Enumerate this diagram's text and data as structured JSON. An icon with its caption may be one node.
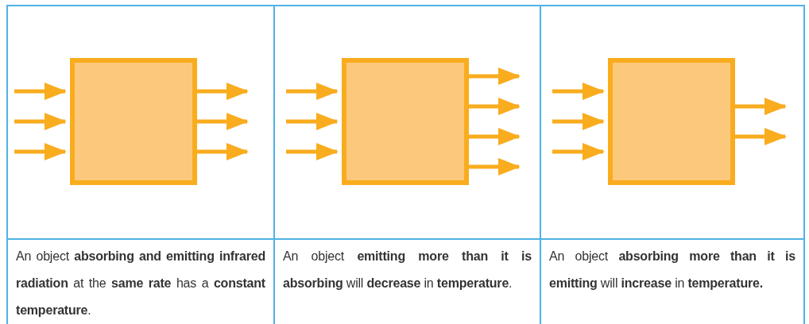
{
  "diagram": {
    "nodes": [
      {
        "text": [],
        "shape": "box"
      },
      {
        "text": [],
        "shape": "box"
      },
      {
        "text": [],
        "shape": "box"
      }
    ],
    "edges": [
      {
        "from": null,
        "to": 0,
        "arrow": "to"
      },
      {
        "from": null,
        "to": 0,
        "arrow": "to"
      },
      {
        "from": null,
        "to": 0,
        "arrow": "to"
      },
      {
        "from": 0,
        "to": null,
        "arrow": "to"
      },
      {
        "from": 0,
        "to": null,
        "arrow": "to"
      },
      {
        "from": 0,
        "to": null,
        "arrow": "to"
      },
      {
        "from": null,
        "to": 1,
        "arrow": "to"
      },
      {
        "from": null,
        "to": 1,
        "arrow": "to"
      },
      {
        "from": null,
        "to": 1,
        "arrow": "to"
      },
      {
        "from": 1,
        "to": null,
        "arrow": "to"
      },
      {
        "from": 1,
        "to": null,
        "arrow": "to"
      },
      {
        "from": 1,
        "to": null,
        "arrow": "to"
      },
      {
        "from": 1,
        "to": null,
        "arrow": "to"
      },
      {
        "from": null,
        "to": 2,
        "arrow": "to"
      },
      {
        "from": null,
        "to": 2,
        "arrow": "to"
      },
      {
        "from": null,
        "to": 2,
        "arrow": "to"
      },
      {
        "from": 2,
        "to": null,
        "arrow": "to"
      },
      {
        "from": 2,
        "to": null,
        "arrow": "to"
      }
    ],
    "labels": [
      "An object **absorbing and emitting infrared radiation** at the **same rate** has a **constant temperature**.",
      "An object **emitting more than it is absorbing** will **decrease** in **temperature**.",
      "An object **absorbing more than it is emitting** will **increase** in **temperature.**"
    ]
  }
}
